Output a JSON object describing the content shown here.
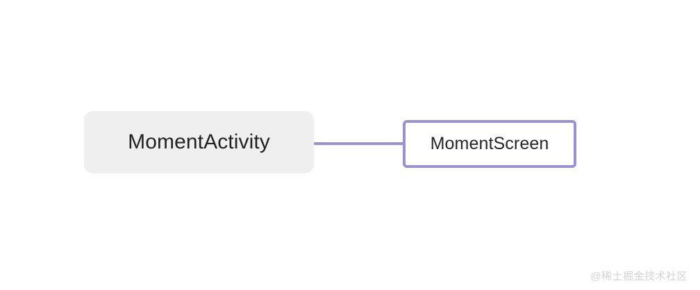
{
  "diagram": {
    "type": "mind-map",
    "background_color": "#ffffff",
    "orientation": "left-to-right",
    "nodes": [
      {
        "id": "root",
        "label": "MomentActivity",
        "style": "filled",
        "fill_color": "#efeff0",
        "text_color": "#222222",
        "border_radius": "13px"
      },
      {
        "id": "child",
        "label": "MomentScreen",
        "style": "outlined",
        "fill_color": "#ffffff",
        "border_color": "#9990d6",
        "text_color": "#262626",
        "border_radius": "6px"
      }
    ],
    "edges": [
      {
        "from": "root",
        "to": "child",
        "color": "#9990d6",
        "shape": "straight-horizontal"
      }
    ]
  },
  "watermark": {
    "text": "@稀土掘金技术社区",
    "color": "#d4d4d4"
  }
}
